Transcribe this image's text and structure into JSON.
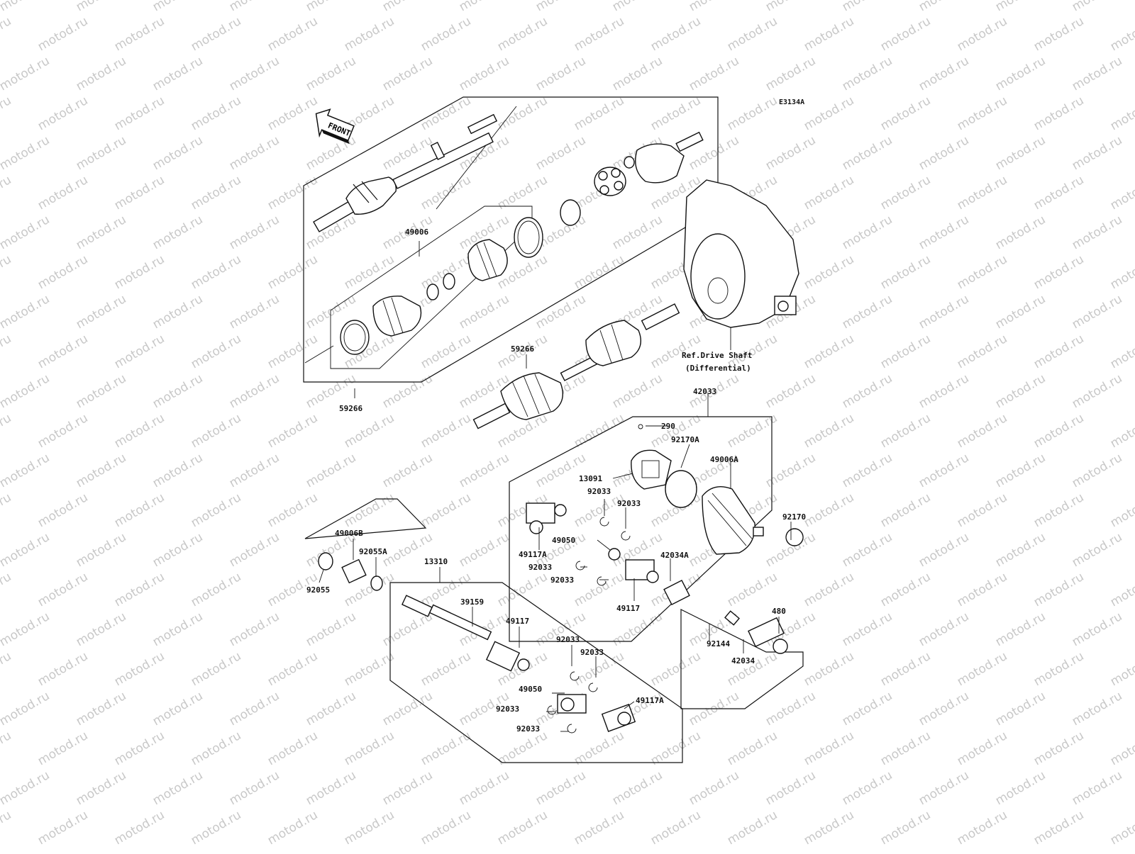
{
  "diagram": {
    "code": "E3134A",
    "watermark": "motod.ru",
    "front_label": "FRONT",
    "ref_label_line1": "Ref.Drive Shaft",
    "ref_label_line2": "(Differential)",
    "labels": {
      "l49006": "49006",
      "l59266_left": "59266",
      "l59266_mid": "59266",
      "l42033": "42033",
      "l290": "290",
      "l92170A": "92170A",
      "l13091": "13091",
      "l49006A": "49006A",
      "l92033_a": "92033",
      "l92033_b": "92033",
      "l92170": "92170",
      "l49050_a": "49050",
      "l49117A_a": "49117A",
      "l92033_c": "92033",
      "l42034A": "42034A",
      "l92033_d": "92033",
      "l49117_a": "49117",
      "l480": "480",
      "l92144": "92144",
      "l42034": "42034",
      "l49006B": "49006B",
      "l92055A": "92055A",
      "l13310": "13310",
      "l92055": "92055",
      "l39159": "39159",
      "l49117_b": "49117",
      "l92033_e": "92033",
      "l92033_f": "92033",
      "l49050_b": "49050",
      "l92033_g": "92033",
      "l49117A_b": "49117A",
      "l92033_h": "92033"
    }
  }
}
